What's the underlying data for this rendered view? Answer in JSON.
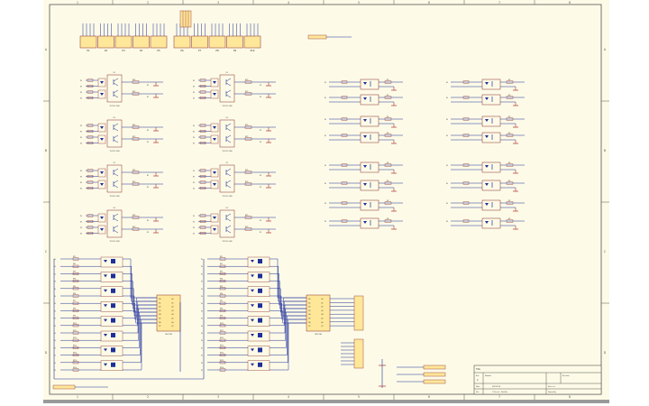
{
  "sheet": {
    "paper_color": "#fdfbe7",
    "border_color": "#555555",
    "wire_color": "#1f2f9a",
    "part_color": "#8a2a2a",
    "fill_color": "#ffe79a",
    "gnd_color": "#b03030",
    "col_labels": [
      "1",
      "2",
      "3",
      "4",
      "5",
      "6",
      "7",
      "8"
    ],
    "row_labels": [
      "A",
      "B",
      "C",
      "D"
    ]
  },
  "connectors_top": {
    "group1": [
      "P1",
      "P2",
      "P3",
      "P4",
      "P5"
    ],
    "group2": [
      "P6",
      "P7",
      "P8",
      "P9",
      "P10"
    ]
  },
  "title_block": {
    "title_label": "Title",
    "size_label": "Size",
    "number_label": "Number",
    "revision_label": "Revision",
    "size_value": "A",
    "date_label": "Date:",
    "file_label": "File:",
    "sheet_label": "Sheet of",
    "drawn_label": "Drawn By:",
    "date_value": "2019/1/14",
    "file_value": "C:\\Users\\...\\SchDoc"
  }
}
